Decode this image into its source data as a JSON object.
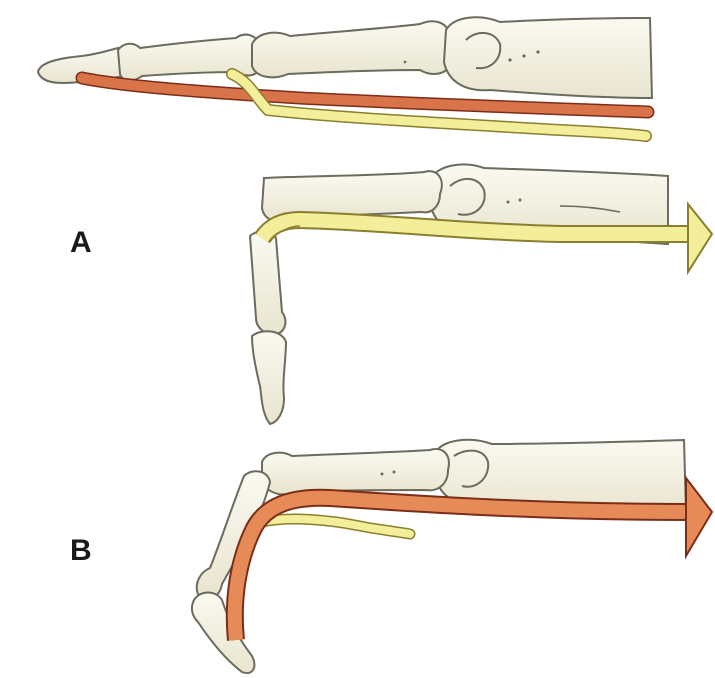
{
  "panels": [
    {
      "id": "A",
      "label": "A"
    },
    {
      "id": "B",
      "label": "B"
    }
  ],
  "colors": {
    "bone_fill": "#f6f4e8",
    "bone_outline": "#6b6b5e",
    "extensor_tendon": "#f3ee9a",
    "extensor_tendon_outline": "#8a7f2e",
    "flexor_tendon": "#d9744a",
    "flexor_tendon_outline": "#7a2e18",
    "pull_arrow_extensor": "#f2ee9c",
    "pull_arrow_flexor": "#e68a57"
  }
}
